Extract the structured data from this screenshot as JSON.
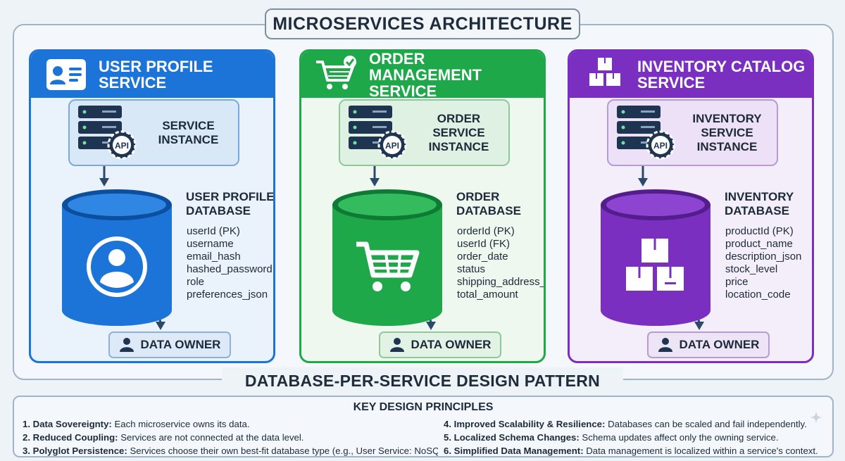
{
  "title": "MICROSERVICES ARCHITECTURE",
  "pattern_title": "DATABASE-PER-SERVICE DESIGN PATTERN",
  "services": [
    {
      "name": "USER PROFILE SERVICE",
      "icon": "user-profile-card-icon",
      "instance_label": "SERVICE INSTANCE",
      "database_name": "USER PROFILE DATABASE",
      "database_icon": "user-avatar-icon",
      "fields": [
        "userId (PK)",
        "username",
        "email_hash",
        "hashed_password",
        "role",
        "preferences_json"
      ],
      "owner_label": "DATA OWNER",
      "color": "#1c74d8"
    },
    {
      "name": "ORDER MANAGEMENT SERVICE",
      "icon": "shopping-cart-check-icon",
      "instance_label": "ORDER SERVICE INSTANCE",
      "database_name": "ORDER DATABASE",
      "database_icon": "shopping-cart-icon",
      "fields": [
        "orderId (PK)",
        "userId (FK)",
        "order_date",
        "status",
        "shipping_address_id",
        "total_amount"
      ],
      "owner_label": "DATA OWNER",
      "color": "#1ea84a"
    },
    {
      "name": "INVENTORY CATALOG SERVICE",
      "icon": "stacked-boxes-icon",
      "instance_label": "INVENTORY SERVICE INSTANCE",
      "database_name": "INVENTORY DATABASE",
      "database_icon": "boxes-icon",
      "fields": [
        "productId (PK)",
        "product_name",
        "description_json",
        "stock_level",
        "price",
        "location_code"
      ],
      "owner_label": "DATA OWNER",
      "color": "#7a2fc0"
    }
  ],
  "server_badge": "API",
  "principles": {
    "title": "KEY DESIGN PRINCIPLES",
    "items": [
      {
        "num": "1.",
        "name": "Data Sovereignty:",
        "text": " Each microservice owns its data."
      },
      {
        "num": "2.",
        "name": "Reduced Coupling:",
        "text": " Services are not connected at the data level."
      },
      {
        "num": "3.",
        "name": "Polyglot Persistence:",
        "text": " Services choose their own best-fit database type (e.g., User Service: NoSQL,"
      },
      {
        "num": "4.",
        "name": "Improved Scalability & Resilience:",
        "text": " Databases can be scaled and fail independently."
      },
      {
        "num": "5.",
        "name": "Localized Schema Changes:",
        "text": " Schema updates affect only the owning service."
      },
      {
        "num": "6.",
        "name": "Simplified Data Management:",
        "text": " Data management is localized within a service's context."
      }
    ]
  }
}
